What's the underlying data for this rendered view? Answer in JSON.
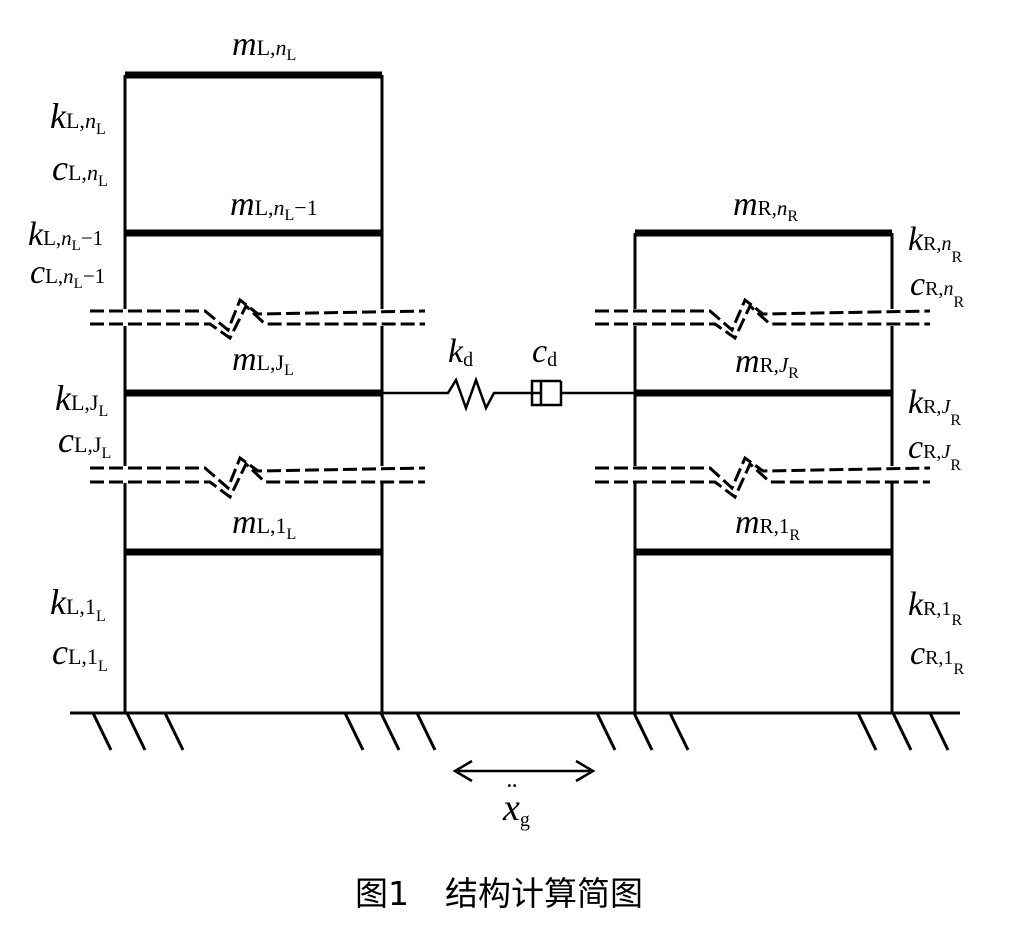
{
  "left_building": {
    "masses": {
      "top": {
        "sym": "m",
        "sub": "L,",
        "subi": "n",
        "subsub": "L",
        "tail": ""
      },
      "second": {
        "sym": "m",
        "sub": "L,",
        "subi": "n",
        "subsub": "L",
        "tail": "−1"
      },
      "middle": {
        "sym": "m",
        "sub": "L,J",
        "subi": "",
        "subsub": "L",
        "tail": ""
      },
      "bottom": {
        "sym": "m",
        "sub": "L,1",
        "subi": "",
        "subsub": "L",
        "tail": ""
      }
    },
    "springs": {
      "top": {
        "sym": "k",
        "sub": "L,",
        "subi": "n",
        "subsub": "L",
        "tail": ""
      },
      "second": {
        "sym": "k",
        "sub": "L,",
        "subi": "n",
        "subsub": "L",
        "tail": "−1"
      },
      "middle": {
        "sym": "k",
        "sub": "L,J",
        "subi": "",
        "subsub": "L",
        "tail": ""
      },
      "bottom": {
        "sym": "k",
        "sub": "L,1",
        "subi": "",
        "subsub": "L",
        "tail": ""
      }
    },
    "dampers": {
      "top": {
        "sym": "c",
        "sub": "L,",
        "subi": "n",
        "subsub": "L",
        "tail": ""
      },
      "second": {
        "sym": "c",
        "sub": "L,",
        "subi": "n",
        "subsub": "L",
        "tail": "−1"
      },
      "middle": {
        "sym": "c",
        "sub": "L,J",
        "subi": "",
        "subsub": "L",
        "tail": ""
      },
      "bottom": {
        "sym": "c",
        "sub": "L,1",
        "subi": "",
        "subsub": "L",
        "tail": ""
      }
    }
  },
  "right_building": {
    "masses": {
      "top": {
        "sym": "m",
        "sub": "R,",
        "subi": "n",
        "subsub": "R",
        "tail": ""
      },
      "middle": {
        "sym": "m",
        "sub": "R,",
        "subi": "J",
        "subsub": "R",
        "tail": ""
      },
      "bottom": {
        "sym": "m",
        "sub": "R,1",
        "subi": "",
        "subsub": "R",
        "tail": ""
      }
    },
    "springs": {
      "top": {
        "sym": "k",
        "sub": "R,",
        "subi": "n",
        "subsub": "R",
        "tail": ""
      },
      "middle": {
        "sym": "k",
        "sub": "R,",
        "subi": "J",
        "subsub": "R",
        "tail": ""
      },
      "bottom": {
        "sym": "k",
        "sub": "R,1",
        "subi": "",
        "subsub": "R",
        "tail": ""
      }
    },
    "dampers": {
      "top": {
        "sym": "c",
        "sub": "R,",
        "subi": "n",
        "subsub": "R",
        "tail": ""
      },
      "middle": {
        "sym": "c",
        "sub": "R,",
        "subi": "J",
        "subsub": "R",
        "tail": ""
      },
      "bottom": {
        "sym": "c",
        "sub": "R,1",
        "subi": "",
        "subsub": "R",
        "tail": ""
      }
    }
  },
  "connector": {
    "spring": {
      "sym": "k",
      "sub": "d"
    },
    "damper": {
      "sym": "c",
      "sub": "d"
    }
  },
  "ground_motion": {
    "sym": "x",
    "accent": "¨",
    "sub": "g"
  },
  "caption": {
    "number": "图1",
    "title": "结构计算简图"
  }
}
